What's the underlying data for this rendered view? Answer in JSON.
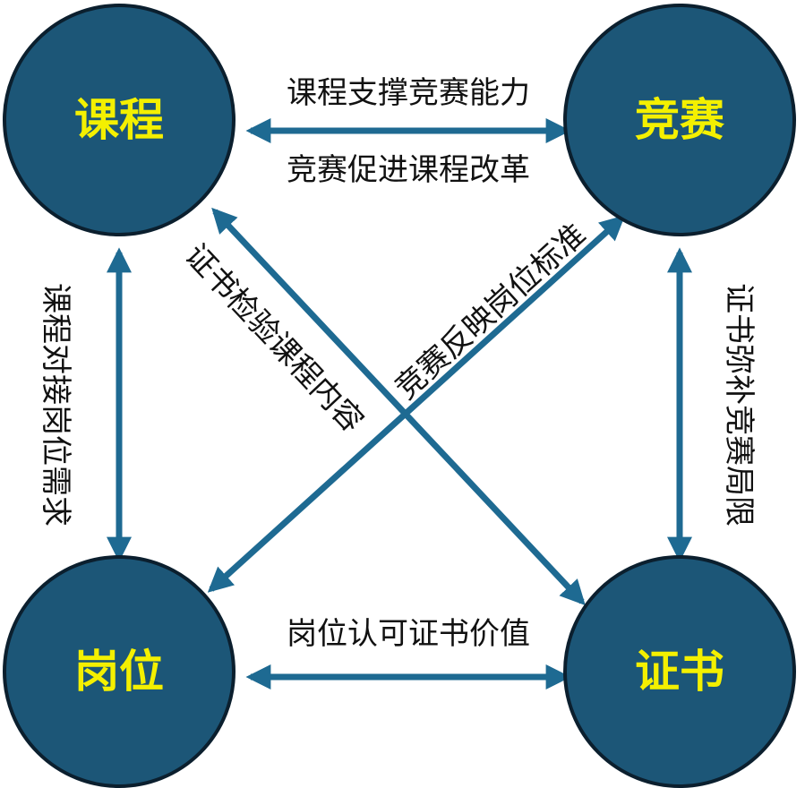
{
  "colors": {
    "node_fill": "#1c5677",
    "node_stroke": "#0b1f2e",
    "node_text": "#f4f000",
    "arrow": "#1e6a92",
    "label_text": "#111111"
  },
  "nodes": {
    "course": "课程",
    "competition": "竞赛",
    "position": "岗位",
    "certificate": "证书"
  },
  "edges": {
    "top_upper": "课程支撑竞赛能力",
    "top_lower": "竞赛促进课程改革",
    "left": "课程对接岗位需求",
    "right": "证书弥补竞赛局限",
    "bottom": "岗位认可证书价值",
    "diag_cert_course": "证书检验课程内容",
    "diag_comp_position": "竞赛反映岗位标准"
  }
}
